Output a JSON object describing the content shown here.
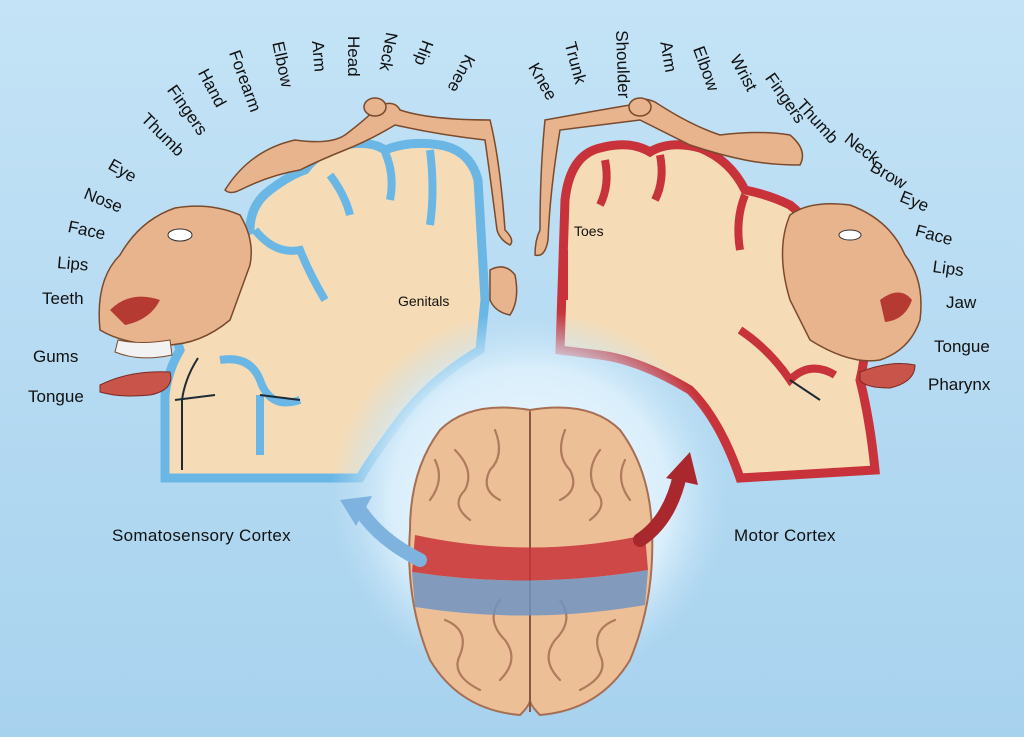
{
  "captions": {
    "left": "Somatosensory Cortex",
    "right": "Motor Cortex"
  },
  "sensory_labels": [
    "Tongue",
    "Gums",
    "Teeth",
    "Lips",
    "Face",
    "Nose",
    "Eye",
    "Thumb",
    "Fingers",
    "Hand",
    "Forearm",
    "Elbow",
    "Arm",
    "Head",
    "Neck",
    "Hip",
    "Knee"
  ],
  "sensory_inner_labels": [
    "Genitals"
  ],
  "motor_labels": [
    "Knee",
    "Trunk",
    "Shoulder",
    "Arm",
    "Elbow",
    "Wrist",
    "Fingers",
    "Thumb",
    "Neck",
    "Brow",
    "Eye",
    "Face",
    "Lips",
    "Jaw",
    "Tongue",
    "Pharynx"
  ],
  "motor_inner_labels": [
    "Toes"
  ],
  "colors": {
    "background_top": "#bfe0f5",
    "background_bottom": "#a9d3ee",
    "sensory_accent": "#6ab7e6",
    "motor_accent": "#c8323a",
    "tissue": "#f6dcb6",
    "skin": "#e7b48d"
  }
}
